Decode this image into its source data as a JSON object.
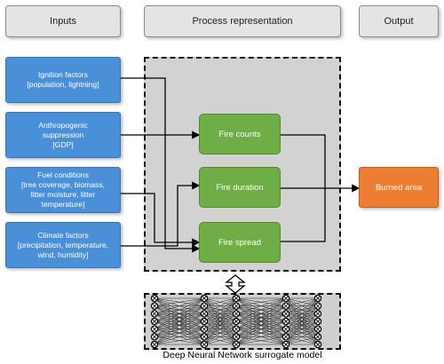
{
  "headers": {
    "inputs": "Inputs",
    "process": "Process representation",
    "output": "Output"
  },
  "inputs": [
    {
      "label": "Ignition factors\n[population, lightning]"
    },
    {
      "label": "Anthropogenic\nsuppression\n[GDP]"
    },
    {
      "label": "Fuel conditions\n[tree coverage, biomass,\nlitter moisture, litter\ntemperature]"
    },
    {
      "label": "Climate factors\n[precipitation, temperature,\nwind, humidity]"
    }
  ],
  "processes": [
    {
      "label": "Fire counts"
    },
    {
      "label": "Fire duration"
    },
    {
      "label": "Fire spread"
    }
  ],
  "output": {
    "label": "Burned area"
  },
  "surrogate": {
    "caption": "Deep Neural Network surrogate model",
    "layer_node_counts": [
      7,
      7,
      7,
      7
    ]
  }
}
